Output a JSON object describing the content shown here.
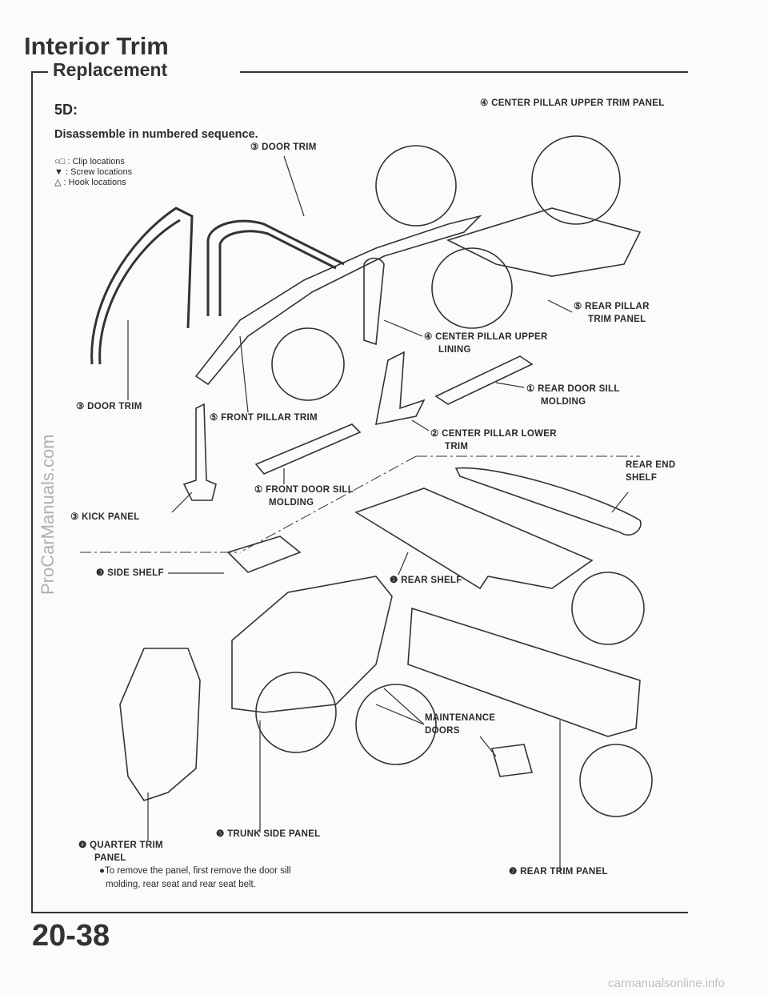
{
  "page": {
    "title": "Interior Trim",
    "section": "Replacement",
    "model": "5D:",
    "instruction": "Disassemble in numbered sequence.",
    "legend": [
      {
        "symbol": "○□",
        "text": ": Clip locations"
      },
      {
        "symbol": "▼",
        "text": ": Screw locations"
      },
      {
        "symbol": "△",
        "text": ": Hook locations"
      }
    ],
    "page_number": "20-38"
  },
  "labels": {
    "door_trim_top": "③ DOOR TRIM",
    "center_pillar_upper_trim_panel": "④ CENTER PILLAR UPPER TRIM PANEL",
    "rear_pillar_trim_panel": [
      "⑤ REAR PILLAR",
      "TRIM PANEL"
    ],
    "center_pillar_upper_lining": [
      "④ CENTER PILLAR UPPER",
      "LINING"
    ],
    "rear_door_sill_molding": [
      "① REAR DOOR SILL",
      "MOLDING"
    ],
    "door_trim_left": "③ DOOR TRIM",
    "front_pillar_trim": "⑤ FRONT PILLAR TRIM",
    "center_pillar_lower_trim": [
      "② CENTER PILLAR LOWER",
      "TRIM"
    ],
    "rear_end_shelf": [
      "REAR END",
      "SHELF"
    ],
    "front_door_sill_molding": [
      "① FRONT DOOR SILL",
      "MOLDING"
    ],
    "kick_panel": "③ KICK PANEL",
    "side_shelf": "❸ SIDE SHELF",
    "rear_shelf": "❶ REAR SHELF",
    "maintenance_doors": [
      "MAINTENANCE",
      "DOORS"
    ],
    "trunk_side_panel": "❺ TRUNK SIDE PANEL",
    "quarter_trim_panel": [
      "❹ QUARTER TRIM",
      "PANEL"
    ],
    "quarter_trim_note": [
      "●To remove the panel, first remove the door sill",
      "molding, rear seat and rear seat belt."
    ],
    "rear_trim_panel": "❷ REAR TRIM PANEL"
  },
  "watermarks": {
    "left": "ProCarManuals.com",
    "bottom_right": "carmanualsonline.info"
  }
}
